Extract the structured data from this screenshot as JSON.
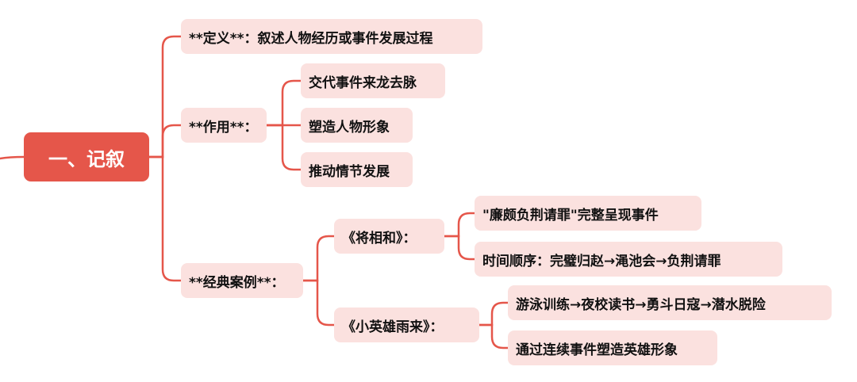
{
  "root": {
    "label": "一、记叙"
  },
  "branches": {
    "definition": {
      "label": "**定义**：叙述人物经历或事件发展过程"
    },
    "function": {
      "label": "**作用**：",
      "items": [
        "交代事件来龙去脉",
        "塑造人物形象",
        "推动情节发展"
      ]
    },
    "examples": {
      "label": "**经典案例**：",
      "cases": [
        {
          "label": "《将相和》：",
          "items": [
            "\"廉颇负荆请罪\"完整呈现事件",
            "时间顺序：完璧归赵→渑池会→负荆请罪"
          ]
        },
        {
          "label": "《小英雄雨来》：",
          "items": [
            "游泳训练→夜校读书→勇斗日寇→潜水脱险",
            "通过连续事件塑造英雄形象"
          ]
        }
      ]
    }
  },
  "colors": {
    "root_fill": "#e5564a",
    "node_fill": "#fbe1df",
    "connector": "#e5564a"
  }
}
